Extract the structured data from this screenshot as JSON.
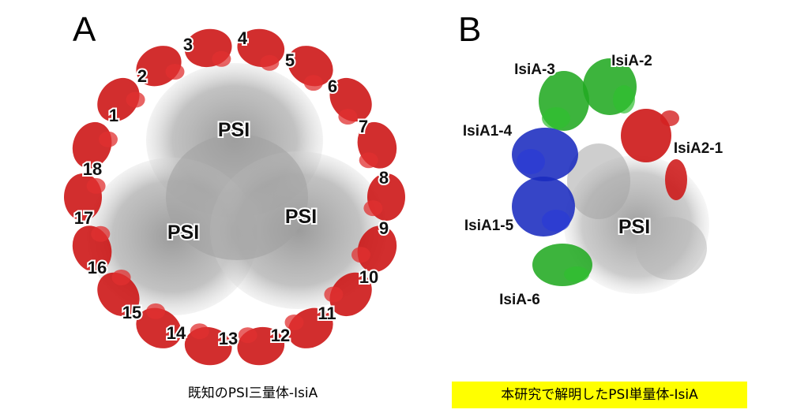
{
  "panel_a": {
    "letter": "A",
    "psi_labels": [
      "PSI",
      "PSI",
      "PSI"
    ],
    "isia_numbers": [
      "1",
      "2",
      "3",
      "4",
      "5",
      "6",
      "7",
      "8",
      "9",
      "10",
      "11",
      "12",
      "13",
      "14",
      "15",
      "16",
      "17",
      "18"
    ],
    "caption": "既知のPSI三量体-IsiA",
    "colors": {
      "isia": "#cc1111",
      "psi": "#9a9a9a"
    }
  },
  "panel_b": {
    "letter": "B",
    "psi_label": "PSI",
    "labels": [
      "IsiA-3",
      "IsiA-2",
      "IsiA1-4",
      "IsiA2-1",
      "IsiA1-5",
      "IsiA-6"
    ],
    "caption": "本研究で解明したPSI単量体-IsiA",
    "caption_highlight": "#ffff00",
    "colors": {
      "isia_green": "#22aa22",
      "isia_blue": "#1a2bbf",
      "isia_red": "#cc1111",
      "psi": "#9a9a9a"
    }
  }
}
